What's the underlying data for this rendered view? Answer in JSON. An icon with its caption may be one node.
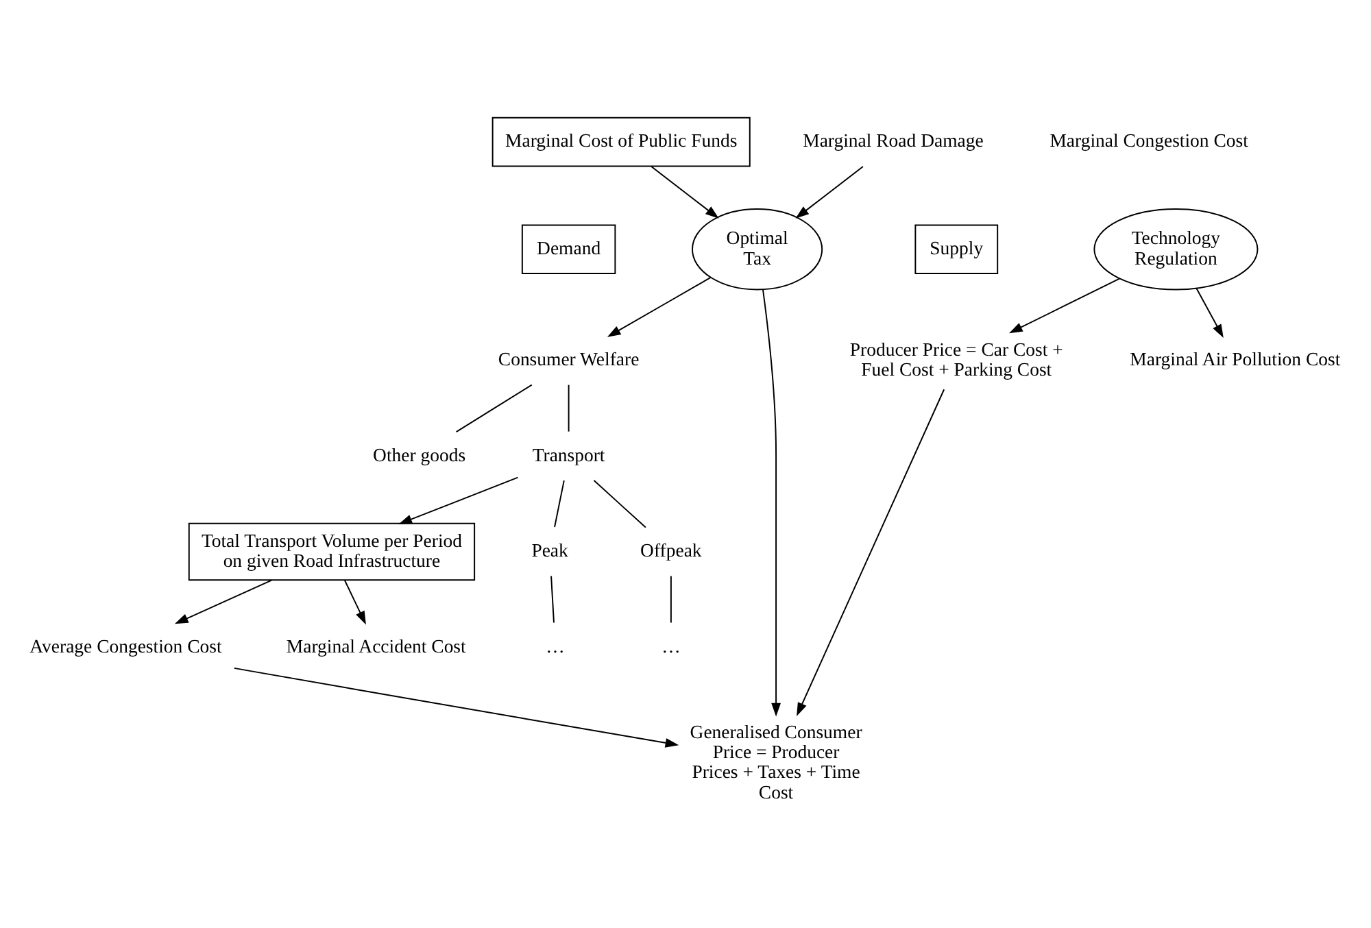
{
  "diagram": {
    "nodes": [
      {
        "text": [
          "Demand"
        ]
      },
      {
        "text": [
          "Supply"
        ]
      },
      {
        "text": [
          "Consumer Welfare"
        ]
      },
      {
        "text": [
          "Other goods"
        ]
      },
      {
        "text": [
          "Transport"
        ]
      },
      {
        "text": [
          "Peak"
        ]
      },
      {
        "text": [
          "Offpeak"
        ]
      },
      {
        "text": [
          "…"
        ]
      },
      {
        "text": [
          "…"
        ]
      },
      {
        "text": [
          "Generalised Consumer Price = Producer Prices + Taxes + Time Cost"
        ]
      },
      {
        "text": [
          "Producer Price = Car Cost + Fuel Cost + Parking Cost"
        ]
      },
      {
        "text": [
          "Technology Regulation"
        ]
      },
      {
        "text": [
          "Total Transport Volume per Period",
          "on given Road Infrastructure"
        ]
      },
      {
        "text": [
          "Marginal Cost of Public Funds"
        ]
      },
      {
        "text": [
          "Average Congestion Cost"
        ]
      },
      {
        "text": [
          "Marginal Congestion Cost"
        ]
      },
      {
        "text": [
          "Marginal Air Pollution Cost"
        ]
      },
      {
        "text": [
          "Marginal Accident Cost"
        ]
      },
      {
        "text": [
          "Marginal Road Damage"
        ]
      },
      {
        "text": [
          "Optimal Tax"
        ]
      }
    ],
    "edges": [
      {
        "from": 2,
        "to": 3,
        "arrow": "none"
      },
      {
        "from": 2,
        "to": 4,
        "arrow": "none"
      },
      {
        "from": 4,
        "to": 5,
        "arrow": "none"
      },
      {
        "from": 4,
        "to": 6,
        "arrow": "none"
      },
      {
        "from": 5,
        "to": 7,
        "arrow": "none"
      },
      {
        "from": 6,
        "to": 8,
        "arrow": "none"
      },
      {
        "from": 4,
        "to": 12,
        "arrow": "to"
      },
      {
        "from": 19,
        "to": 2,
        "arrow": "to"
      },
      {
        "from": 19,
        "to": 9,
        "arrow": "to"
      },
      {
        "from": 10,
        "to": 9,
        "arrow": "to"
      },
      {
        "from": 11,
        "to": 10,
        "arrow": "to"
      },
      {
        "from": 11,
        "to": 16,
        "arrow": "to"
      },
      {
        "from": 14,
        "to": 9,
        "arrow": "to"
      },
      {
        "from": 12,
        "to": 14,
        "arrow": "to"
      },
      {
        "from": 12,
        "to": 17,
        "arrow": "to"
      },
      {
        "from": 13,
        "to": 19,
        "arrow": "to"
      },
      {
        "from": 18,
        "to": 19,
        "arrow": "to"
      }
    ]
  }
}
